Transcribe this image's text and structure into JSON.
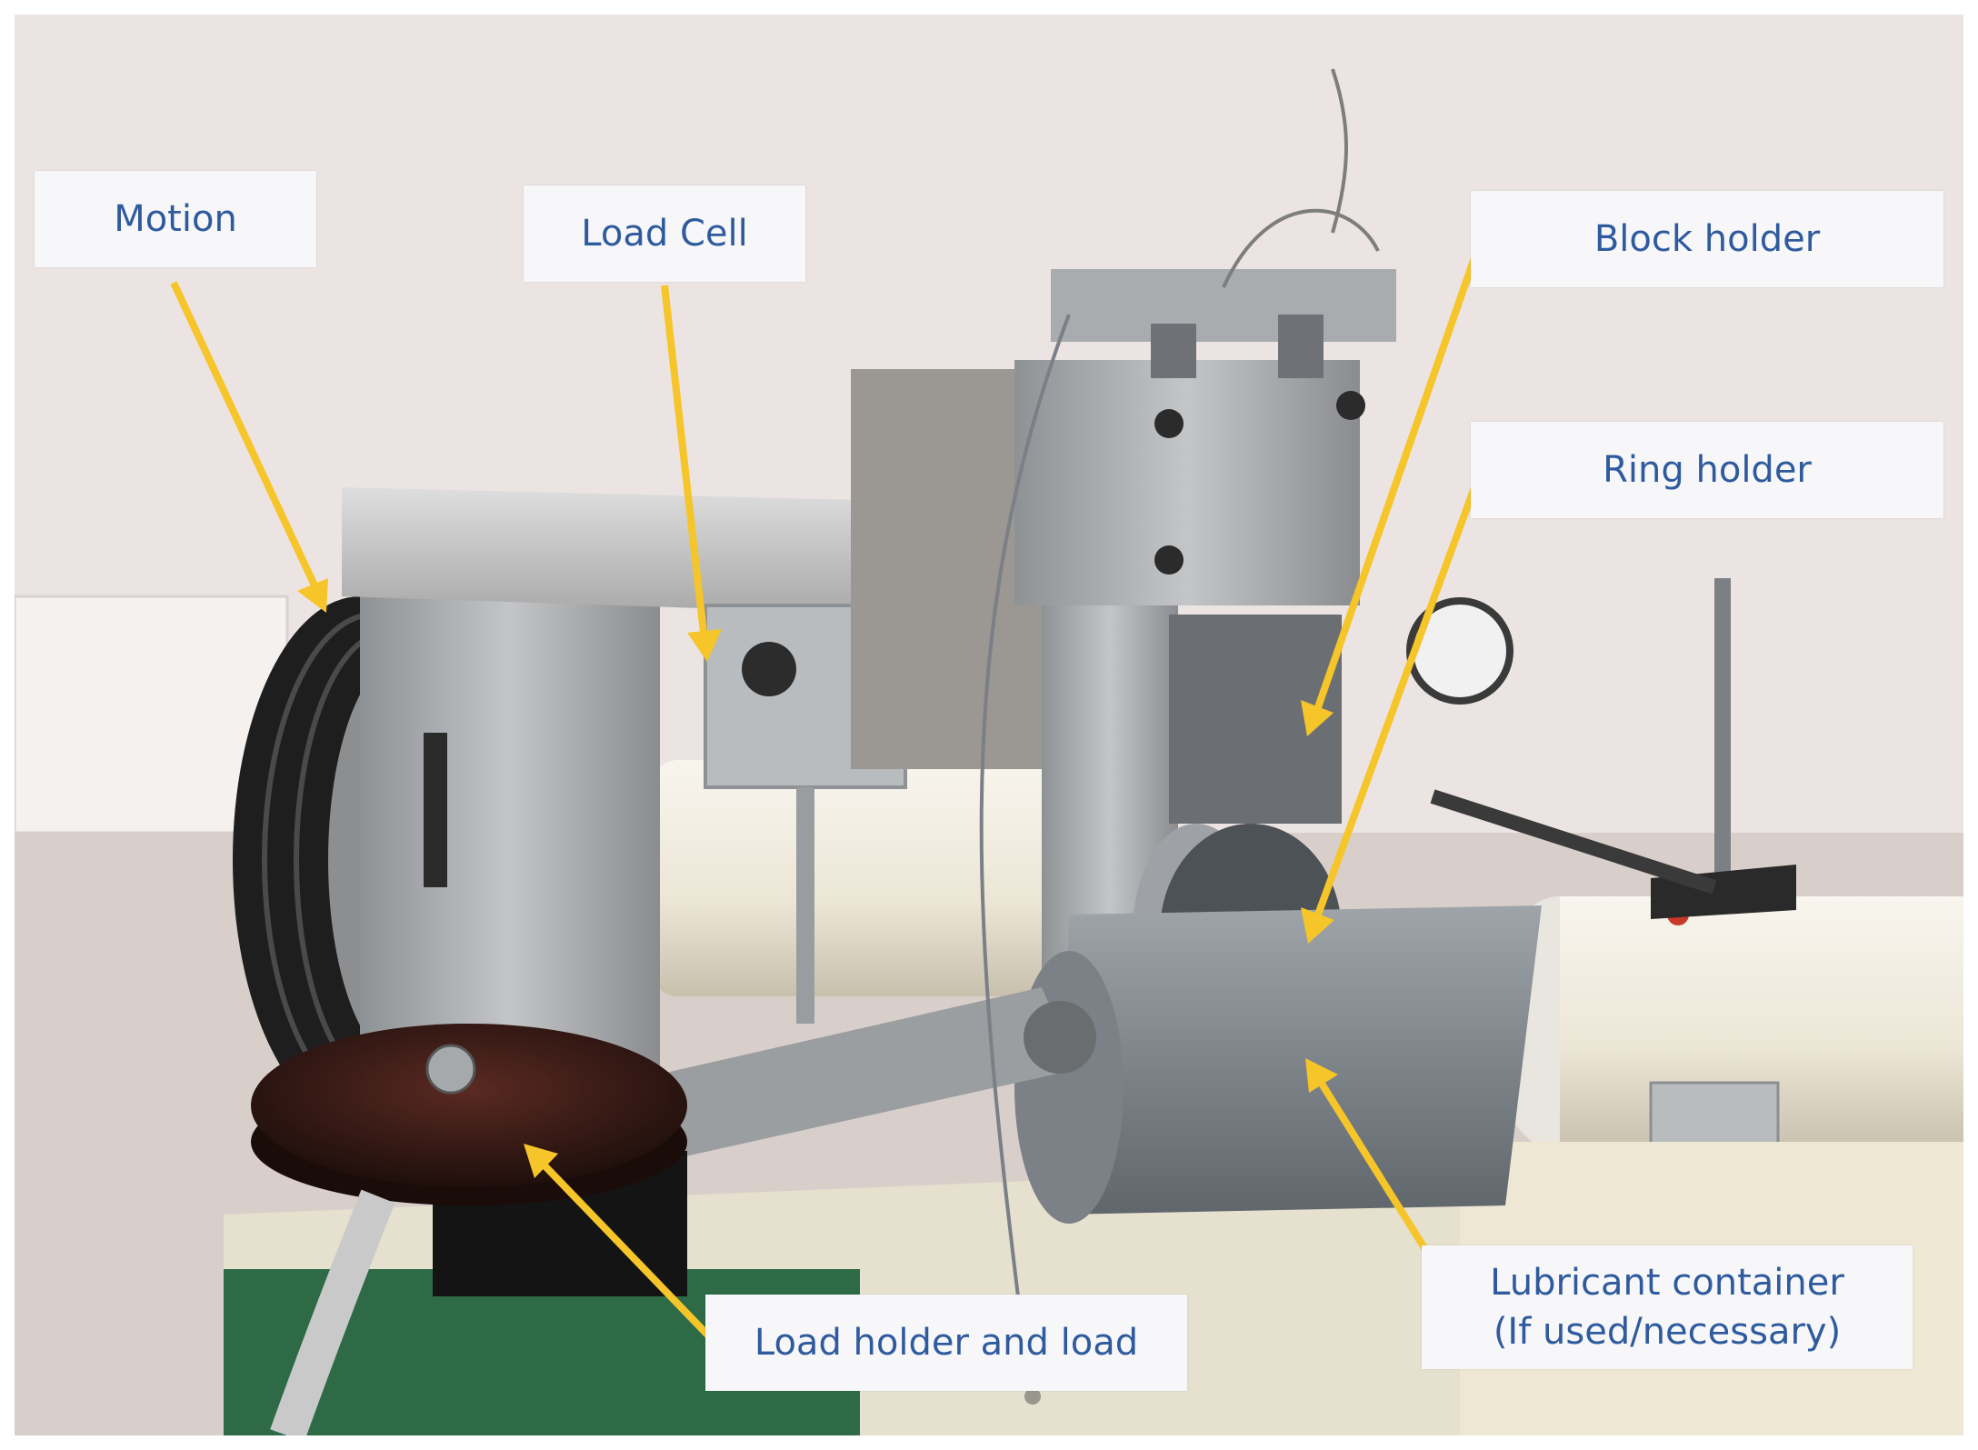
{
  "colors": {
    "arrow": "#f5c52a",
    "label_text": "#2f5b9e",
    "label_bg": "#f7f7f9"
  },
  "labels": {
    "motion": "Motion",
    "load_cell": "Load Cell",
    "block_holder": "Block holder",
    "ring_holder": "Ring holder",
    "lubricant_line1": "Lubricant container",
    "lubricant_line2": "(If used/necessary)",
    "load_holder": "Load holder and load"
  }
}
